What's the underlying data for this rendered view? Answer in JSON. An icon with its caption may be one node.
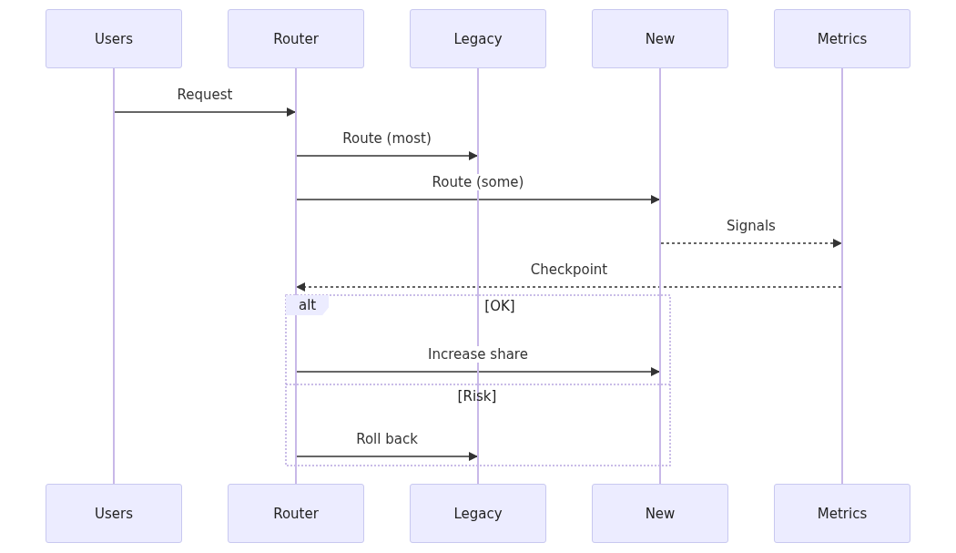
{
  "diagram": {
    "nodes": [
      {
        "text": [
          "Users"
        ]
      },
      {
        "text": [
          "Router"
        ]
      },
      {
        "text": [
          "Legacy"
        ]
      },
      {
        "text": [
          "New"
        ]
      },
      {
        "text": [
          "Metrics"
        ]
      },
      {
        "text": [],
        "shape": "line"
      },
      {
        "text": [],
        "shape": "line"
      },
      {
        "text": [],
        "shape": "line"
      },
      {
        "text": [],
        "shape": "line"
      },
      {
        "text": [],
        "shape": "line"
      },
      {
        "text": [
          "Users"
        ]
      },
      {
        "text": [
          "Router"
        ]
      },
      {
        "text": [
          "Legacy"
        ]
      },
      {
        "text": [
          "New"
        ]
      },
      {
        "text": [
          "Metrics"
        ]
      }
    ],
    "edges": [
      {
        "from": 5,
        "to": 6,
        "arrow": "to",
        "label": "Request"
      },
      {
        "from": 6,
        "to": 7,
        "arrow": "to",
        "label": "Route (most)"
      },
      {
        "from": 6,
        "to": 8,
        "arrow": "to",
        "label": "Route (some)"
      },
      {
        "from": 8,
        "to": 9,
        "arrow": "to",
        "label": "Signals",
        "style": "dashed"
      },
      {
        "from": 9,
        "to": 6,
        "arrow": "to",
        "label": "Checkpoint",
        "style": "dashed"
      },
      {
        "from": 6,
        "to": 8,
        "arrow": "to",
        "label": "Increase share"
      },
      {
        "from": 6,
        "to": 7,
        "arrow": "to",
        "label": "Roll back"
      }
    ],
    "labels": [
      "alt",
      "[OK]",
      "[Risk]"
    ]
  }
}
